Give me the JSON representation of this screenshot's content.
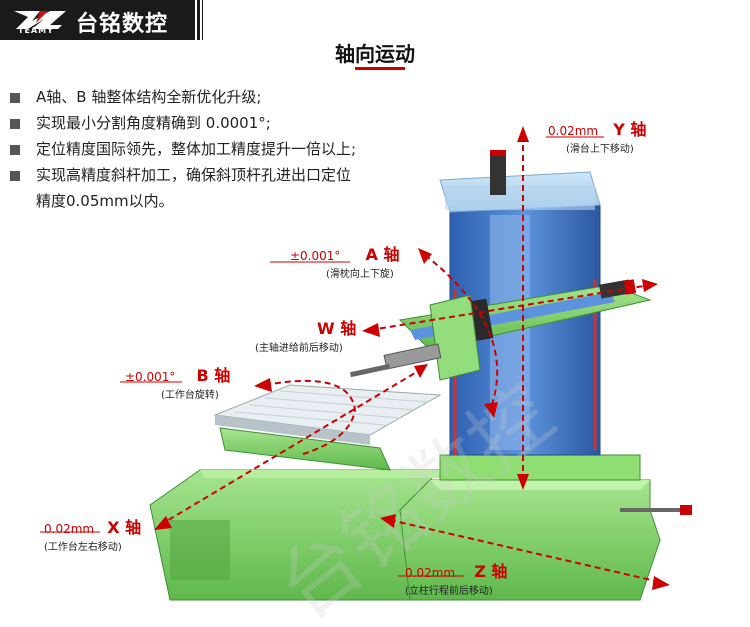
{
  "header": {
    "brand_name": "台铭数控",
    "brand_sub": "TEAMY"
  },
  "section_title": "轴向运动",
  "bullets": [
    "A轴、B 轴整体结构全新优化升级;",
    "实现最小分割角度精确到 0.0001°;",
    "定位精度国际领先，整体加工精度提升一倍以上;",
    "实现高精度斜杆加工，确保斜顶杆孔进出口定位"
  ],
  "bullet_continuation": "精度0.05mm以内。",
  "axes": {
    "y": {
      "value": "0.02mm",
      "name": "Y 轴",
      "desc": "(滑台上下移动)"
    },
    "a": {
      "value": "±0.001°",
      "name": "A 轴",
      "desc": "(滑枕向上下旋)"
    },
    "w": {
      "name": "W 轴",
      "desc": "(主轴进给前后移动)"
    },
    "b": {
      "value": "±0.001°",
      "name": "B 轴",
      "desc": "(工作台旋转)"
    },
    "x": {
      "value": "0.02mm",
      "name": "X 轴",
      "desc": "(工作台左右移动)"
    },
    "z": {
      "value": "0.02mm",
      "name": "Z 轴",
      "desc": "(立柱行程前后移动)"
    }
  },
  "watermark": "台铭数控",
  "colors": {
    "accent": "#cc0000",
    "machine_green": "#7fd36a",
    "machine_blue": "#3f78c8",
    "header_bg": "#1a1a1a"
  }
}
